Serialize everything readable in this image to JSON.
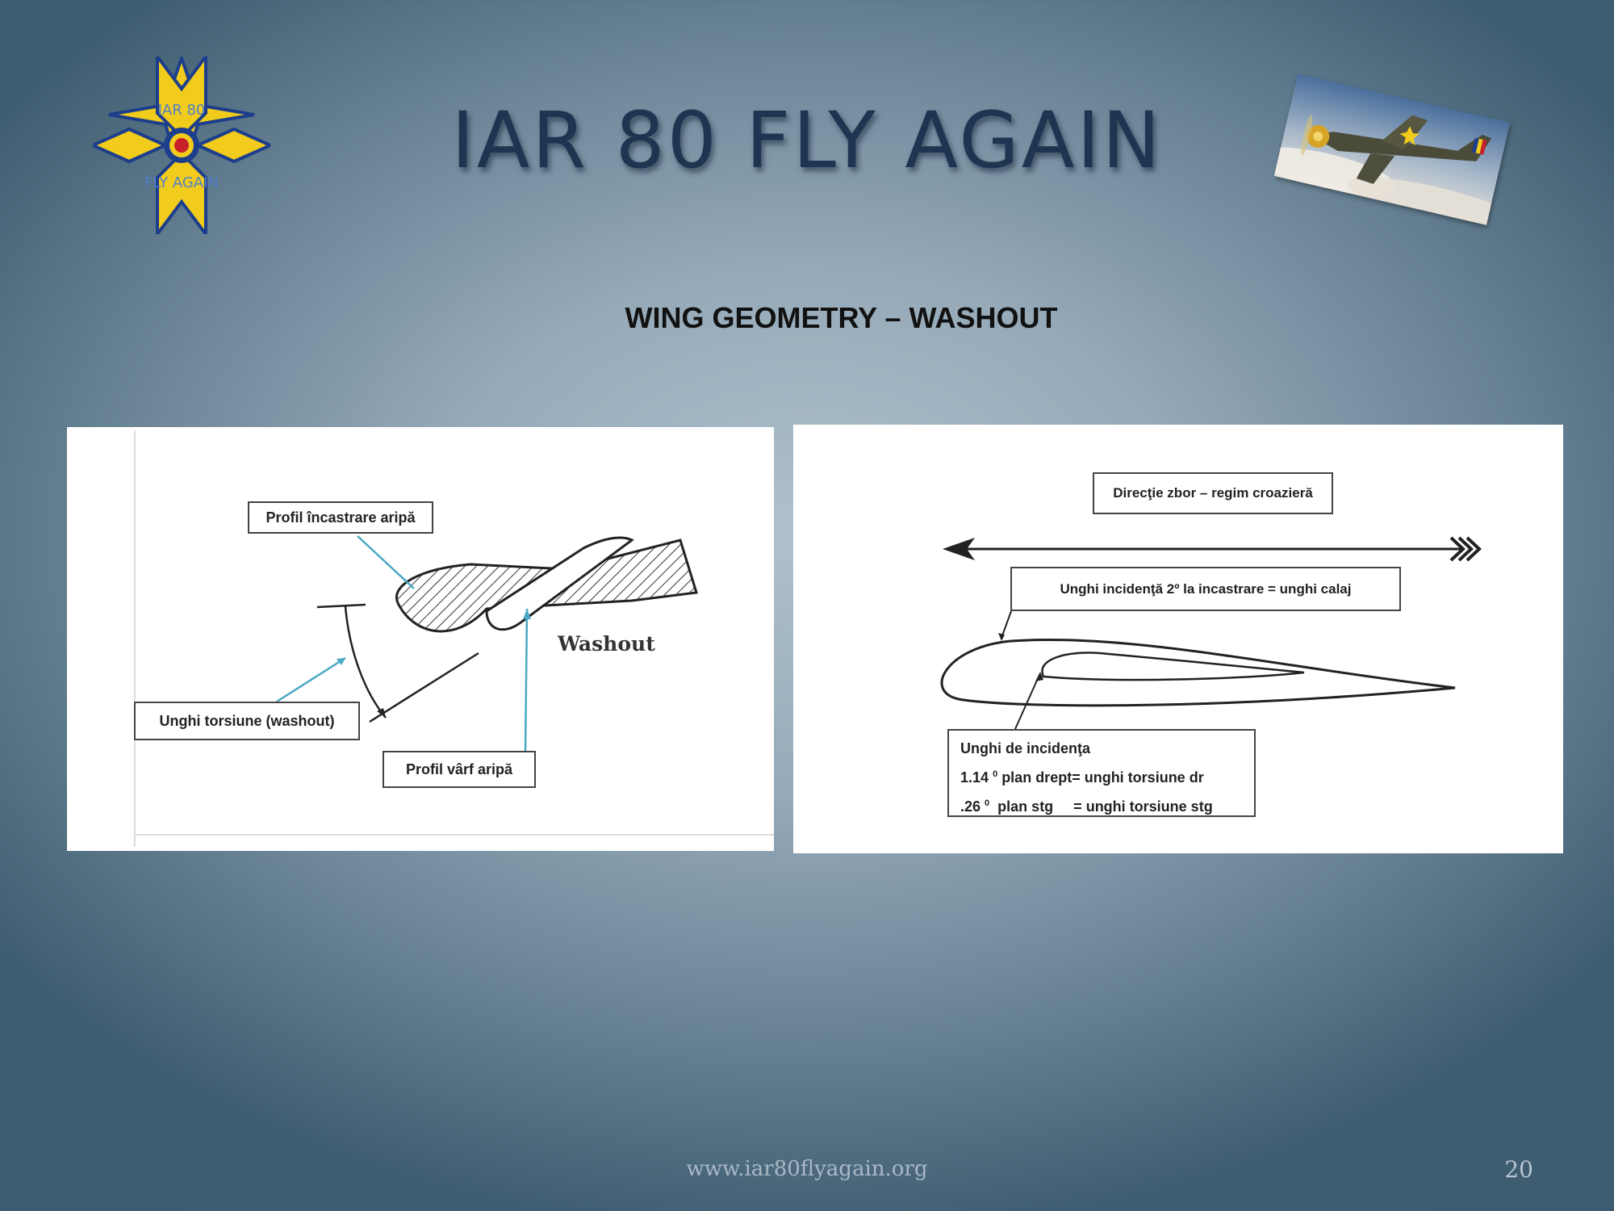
{
  "header": {
    "title": "IAR 80 FLY AGAIN",
    "logo_text_top": "IAR 80",
    "logo_text_bottom": "FLY AGAIN"
  },
  "slide": {
    "subtitle": "WING GEOMETRY – WASHOUT",
    "footer_url": "www.iar80flyagain.org",
    "page_number": "20"
  },
  "left_diagram": {
    "root_profile_label": "Profil încastrare aripă",
    "twist_angle_label": "Unghi torsiune (washout)",
    "tip_profile_label": "Profil vârf aripă",
    "washout_label": "Washout"
  },
  "right_diagram": {
    "direction_label": "Direcţie zbor – regim croazieră",
    "incidence_label": "Unghi incidenţă 2º la incastrare = unghi calaj",
    "box_title": "Unghi de incidenţa",
    "box_line1_value": "1.14",
    "box_line1_text": " plan drept= unghi torsiune dr",
    "box_line2_value": ".26",
    "box_line2_text": "  plan stg     = unghi torsiune stg",
    "degree_symbol": "0"
  },
  "colors": {
    "title": "#1e3552",
    "logo_yellow": "#f2cc1c",
    "logo_blue": "#1d3e8c",
    "logo_red": "#c8202a",
    "leader_line": "#4aa8c4"
  }
}
